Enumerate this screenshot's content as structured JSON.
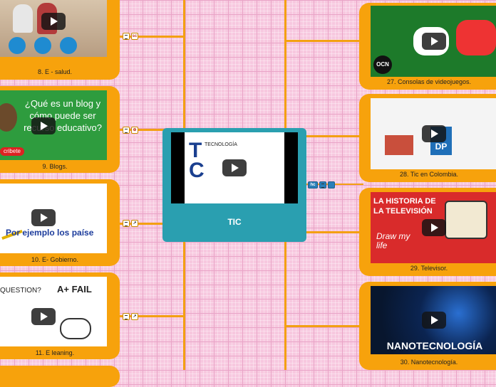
{
  "central": {
    "title": "TIC"
  },
  "left": [
    {
      "caption": "8. E - salud.",
      "tag": "sc"
    },
    {
      "caption": "9. Blogs.",
      "text": "¿Qué es un blog y cómo puede ser recurso educativo?",
      "button": "cribete"
    },
    {
      "caption": "10. E- Gobierno.",
      "text": "Por ejemplo los paíse"
    },
    {
      "caption": "11. E leaning.",
      "text": "QUESTION?",
      "text2": "A+ FAIL"
    }
  ],
  "right": [
    {
      "caption": "27. Consolas de videojuegos.",
      "logo": "OCN"
    },
    {
      "caption": "28. Tic en Colombia.",
      "logo": "DP"
    },
    {
      "caption": "29. Televisor.",
      "text": "LA HISTORIA DE LA TELEVISIÓN",
      "text2": "Draw my life"
    },
    {
      "caption": "30. Nanotecnología.",
      "text": "NANOTECNOLOGÍA"
    }
  ],
  "central_tag": "hc",
  "central_thumb": {
    "text": "TECNOLOGÍA"
  },
  "colors": {
    "branch": "#f3a012",
    "card": "#f7a20c",
    "central": "#2a9fb0"
  }
}
